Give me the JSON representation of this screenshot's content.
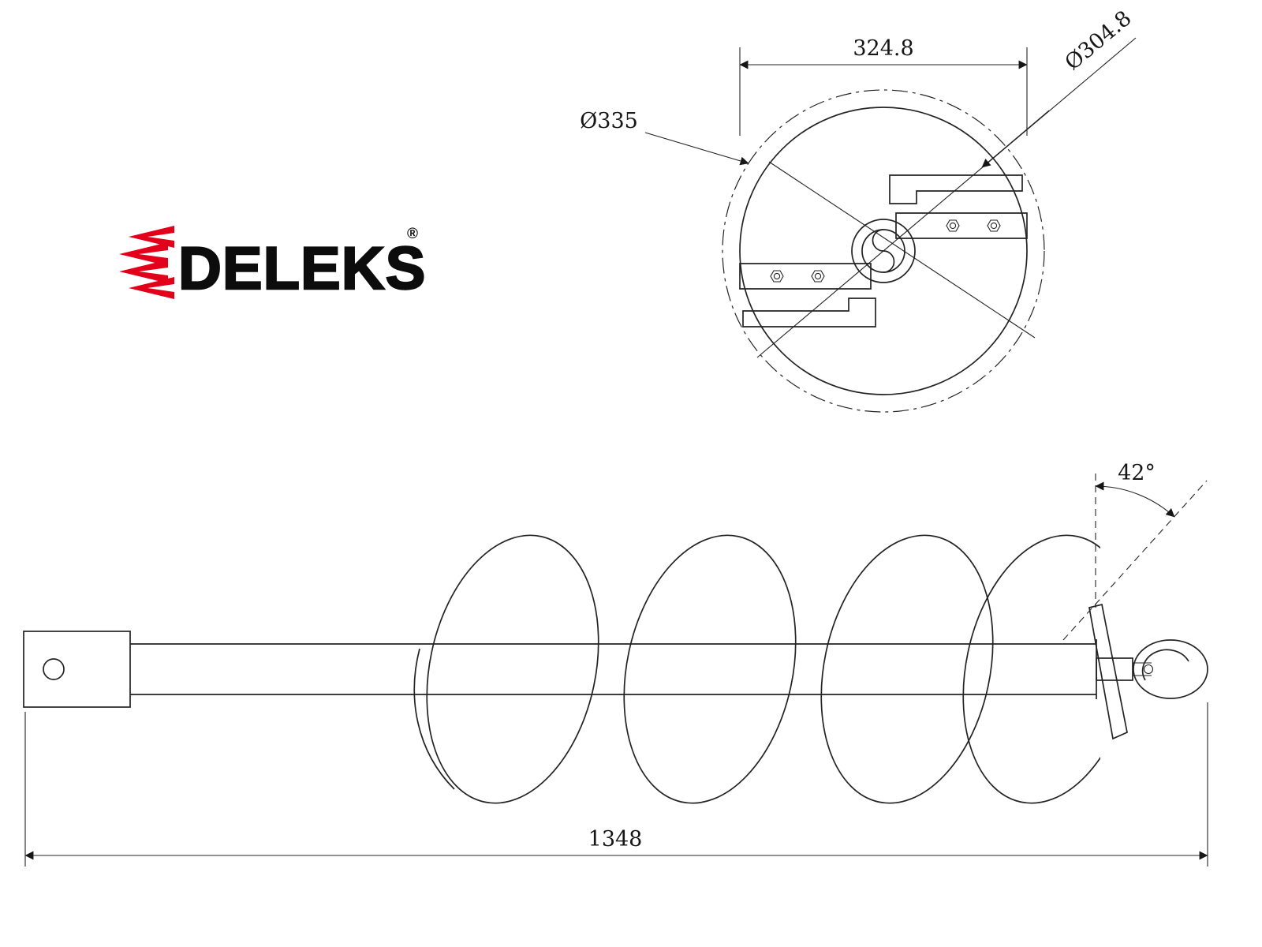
{
  "page": {
    "background_color": "#ffffff",
    "line_color": "#232323",
    "accent_red": "#e2001a",
    "description": "Technical drawing of DELEKS earth auger drill bit, end view and side view"
  },
  "logo": {
    "brand": "DELEKS",
    "registered": "®",
    "emblem_icon": "red-chevron-tread-icon"
  },
  "top_view": {
    "width_dim": "324.8",
    "blade_diameter": "Ø304.8",
    "outer_diameter": "Ø335"
  },
  "side_view": {
    "overall_length": "1348",
    "tooth_angle": "42°"
  }
}
